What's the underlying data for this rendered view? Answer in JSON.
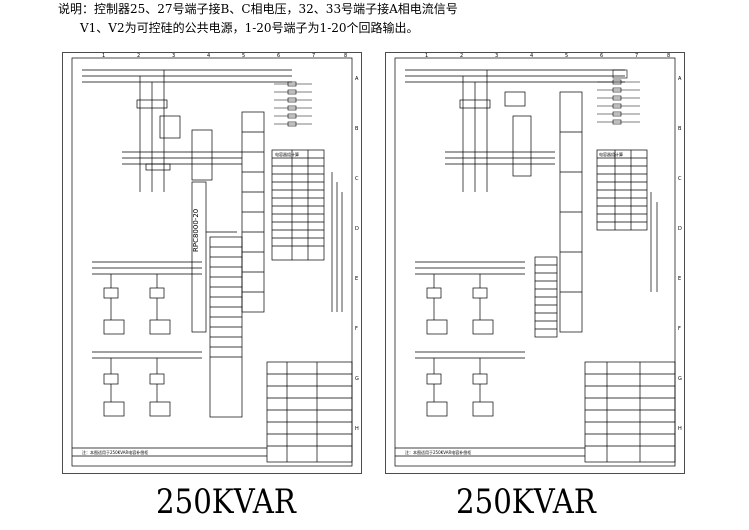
{
  "notes": {
    "line1": "说明：控制器25、27号端子接B、C相电压，32、33号端子接A相电流信号",
    "line2": "V1、V2为可控硅的公共电源，1-20号端子为1-20个回路输出。"
  },
  "diagrams": [
    {
      "caption": "250KVAR",
      "controller_label": "RPC8000-20",
      "footer_note": "注：本图适用于250KVAR电容补偿柜"
    },
    {
      "caption": "250KVAR",
      "footer_note": "注：本图适用于250KVAR电容补偿柜"
    }
  ],
  "border": {
    "columns": [
      "1",
      "2",
      "3",
      "4",
      "5",
      "6",
      "7",
      "8"
    ],
    "rows": [
      "A",
      "B",
      "C",
      "D",
      "E",
      "F",
      "G",
      "H"
    ]
  },
  "table_title": "电容器组计算"
}
